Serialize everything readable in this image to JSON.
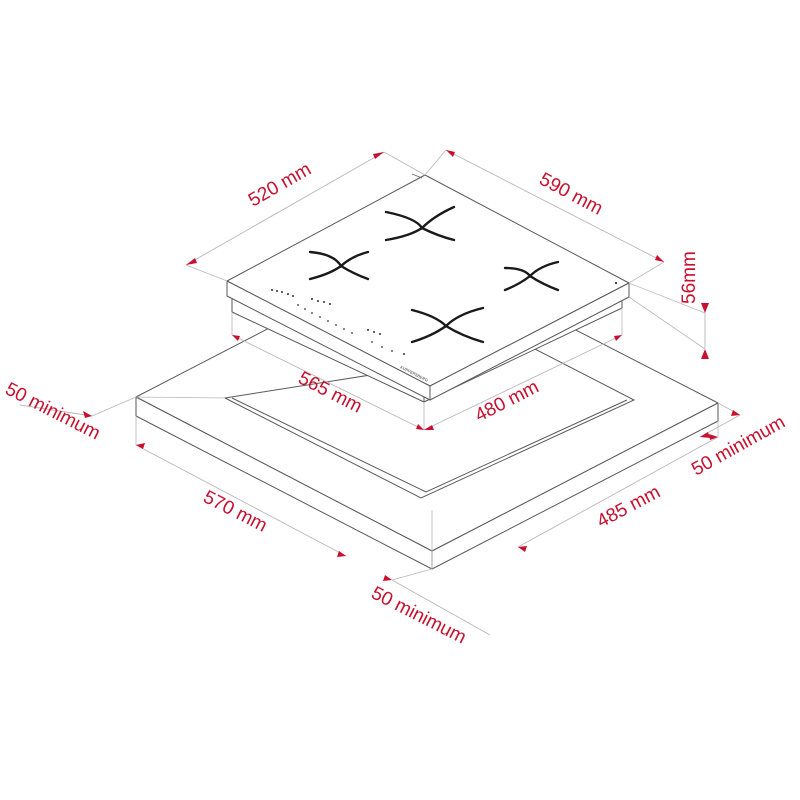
{
  "labels": {
    "hob_depth": "520 mm",
    "hob_width": "590 mm",
    "hob_height": "56mm",
    "cutout_width": "565 mm",
    "cutout_depth": "480 mm",
    "min_left": "50 minimum",
    "min_right": "50 minimum",
    "min_front": "50 minimum",
    "counter_width": "570 mm",
    "counter_depth": "485 mm"
  },
  "colors": {
    "dimension": "#c8102e",
    "outline": "#5a5a5a",
    "burner": "#1a1a1a"
  },
  "icons": {
    "burner": "cooking-zone-icon",
    "arrow": "dimension-arrowhead"
  }
}
